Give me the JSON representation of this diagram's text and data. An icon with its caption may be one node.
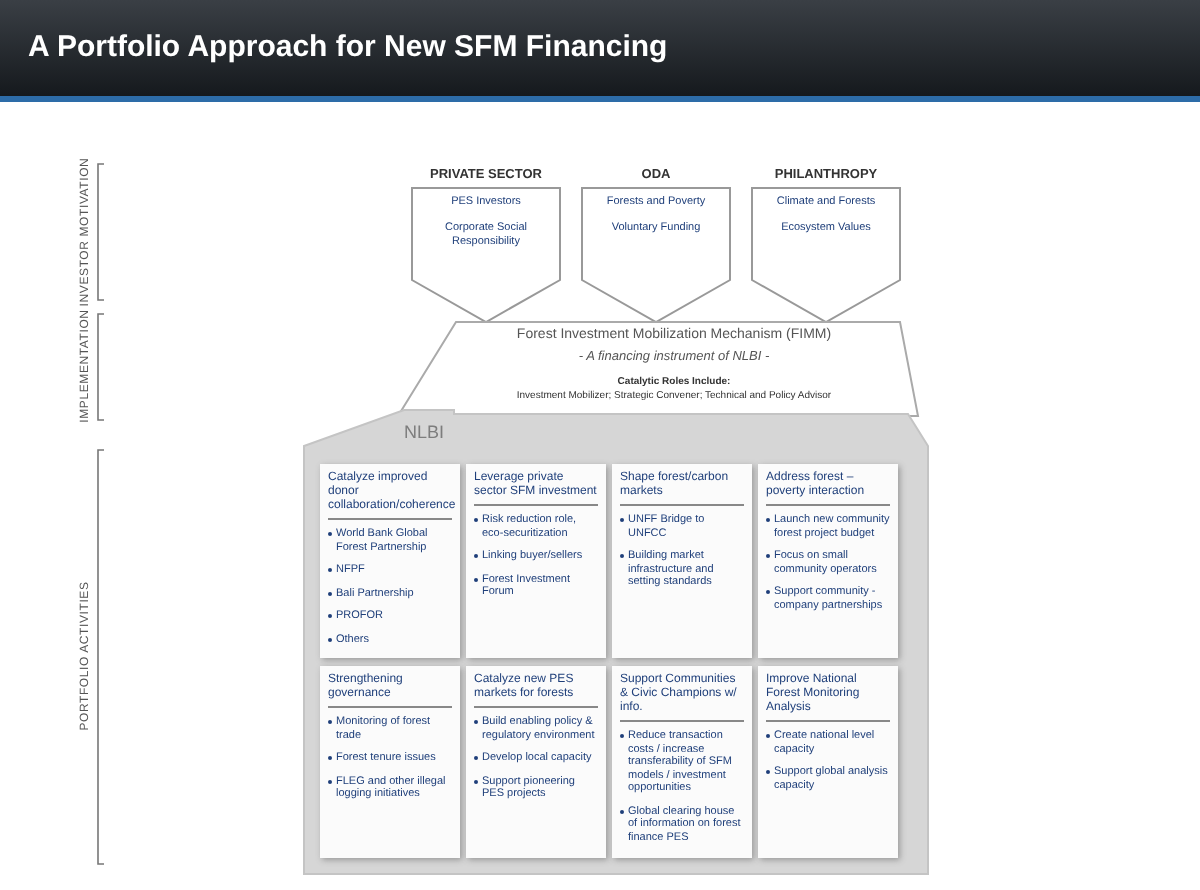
{
  "diagram": {
    "title": "A Portfolio Approach for New SFM Financing",
    "nodes": [
      {
        "text": [
          "PRIVATE SECTOR",
          "PES Investors",
          "Corporate Social Responsibility"
        ]
      },
      {
        "text": [
          "ODA",
          "Forests and Poverty",
          "Voluntary Funding"
        ]
      },
      {
        "text": [
          "PHILANTHROPY",
          "Climate and Forests",
          "Ecosystem Values"
        ]
      },
      {
        "text": [
          "Forest Investment Mobilization Mechanism (FIMM)",
          "- A financing instrument of NLBI -",
          "Catalytic Roles Include:",
          "Investment Mobilizer; Strategic Convener; Technical and Policy Advisor"
        ]
      },
      {
        "text": [
          "NLBI"
        ]
      },
      {
        "text": [
          "Catalyze improved donor collaboration/coherence",
          "World Bank Global Forest Partnership",
          "NFPF",
          "Bali Partnership",
          "PROFOR",
          "Others"
        ],
        "in": 4
      },
      {
        "text": [
          "Leverage private sector SFM investment",
          "Risk reduction role, eco-securitization",
          "Linking buyer/sellers",
          "Forest Investment Forum"
        ],
        "in": 4
      },
      {
        "text": [
          "Shape forest/carbon markets",
          "UNFF Bridge to UNFCC",
          "Building market infrastructure and setting standards"
        ],
        "in": 4
      },
      {
        "text": [
          "Address forest – poverty interaction",
          "Launch new community forest project budget",
          "Focus on small community operators",
          "Support community - company partnerships"
        ],
        "in": 4
      },
      {
        "text": [
          "Strengthening governance",
          "Monitoring of forest trade",
          "Forest tenure issues",
          "FLEG and other illegal logging initiatives"
        ],
        "in": 4
      },
      {
        "text": [
          "Catalyze new PES markets for forests",
          "Build enabling policy & regulatory environment",
          "Develop local capacity",
          "Support pioneering PES projects"
        ],
        "in": 4
      },
      {
        "text": [
          "Support Communities & Civic Champions w/ info.",
          "Reduce transaction costs / increase transferability of SFM models / investment opportunities",
          "Global clearing house of information on forest finance PES"
        ],
        "in": 4
      },
      {
        "text": [
          "Improve National Forest Monitoring Analysis",
          "Create national level capacity",
          "Support global analysis capacity"
        ],
        "in": 4
      }
    ],
    "edges": [],
    "labels": [
      "INVESTOR MOTIVATION",
      "IMPLEMENTATION",
      "PORTFOLIO ACTIVITIES"
    ]
  }
}
